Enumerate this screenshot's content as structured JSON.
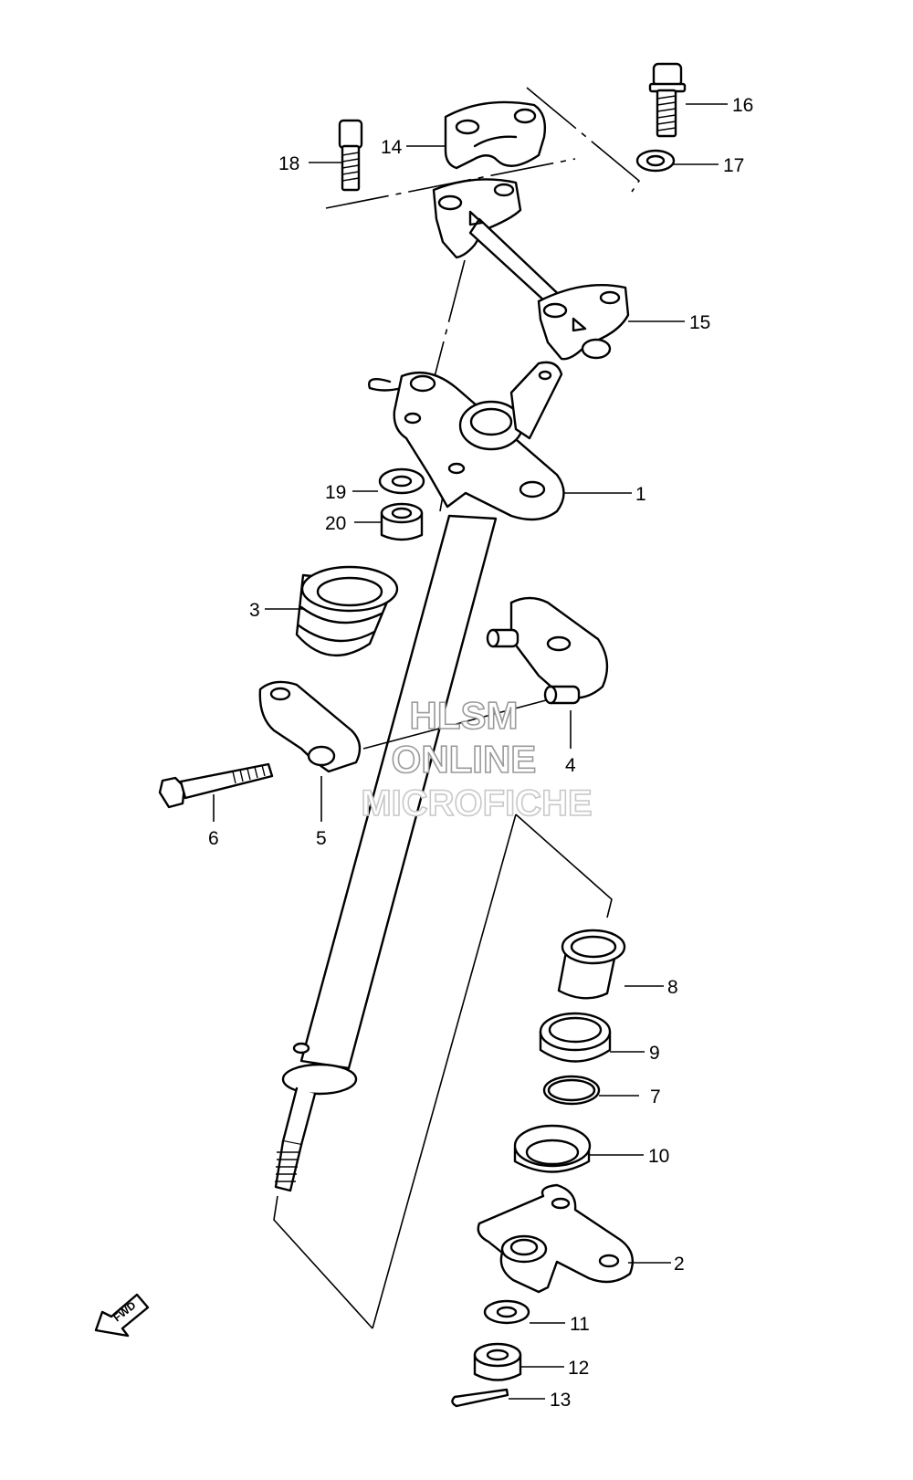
{
  "diagram": {
    "watermark": [
      "HLSM",
      "ONLINE",
      "MICROFICHE"
    ],
    "fwd_label": "FWD",
    "callouts": [
      {
        "id": "1",
        "label": "1"
      },
      {
        "id": "2",
        "label": "2"
      },
      {
        "id": "3",
        "label": "3"
      },
      {
        "id": "4",
        "label": "4"
      },
      {
        "id": "5",
        "label": "5"
      },
      {
        "id": "6",
        "label": "6"
      },
      {
        "id": "7",
        "label": "7"
      },
      {
        "id": "8",
        "label": "8"
      },
      {
        "id": "9",
        "label": "9"
      },
      {
        "id": "10",
        "label": "10"
      },
      {
        "id": "11",
        "label": "11"
      },
      {
        "id": "12",
        "label": "12"
      },
      {
        "id": "13",
        "label": "13"
      },
      {
        "id": "14",
        "label": "14"
      },
      {
        "id": "15",
        "label": "15"
      },
      {
        "id": "16",
        "label": "16"
      },
      {
        "id": "17",
        "label": "17"
      },
      {
        "id": "18",
        "label": "18"
      },
      {
        "id": "19",
        "label": "19"
      },
      {
        "id": "20",
        "label": "20"
      }
    ]
  }
}
